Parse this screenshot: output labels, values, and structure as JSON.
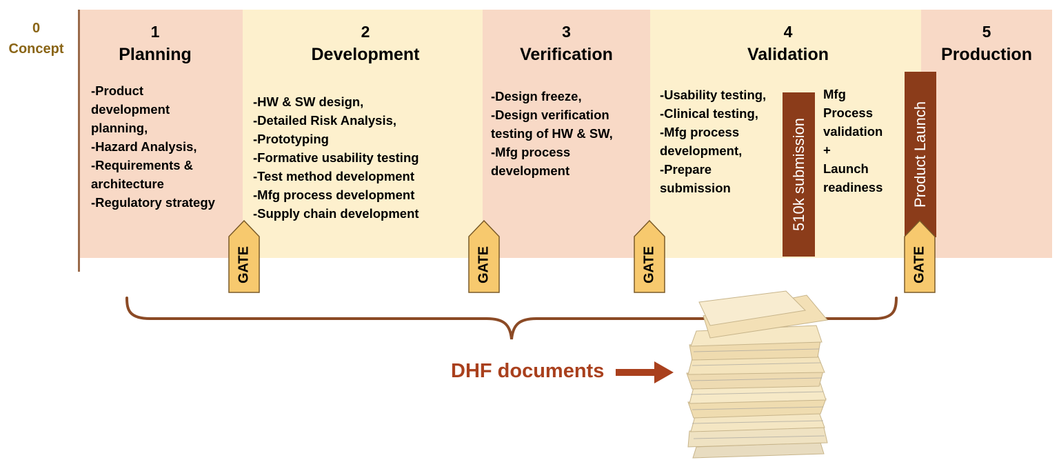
{
  "concept": {
    "number": "0",
    "label": "Concept"
  },
  "phases": [
    {
      "number": "1",
      "name": "Planning",
      "items": [
        "-Product",
        "development",
        "planning,",
        "-Hazard Analysis,",
        "-Requirements &",
        "architecture",
        "-Regulatory strategy"
      ]
    },
    {
      "number": "2",
      "name": "Development",
      "items": [
        "-HW & SW design,",
        "-Detailed Risk Analysis,",
        "-Prototyping",
        "-Formative usability testing",
        "-Test method development",
        "-Mfg process development",
        "-Supply chain development"
      ]
    },
    {
      "number": "3",
      "name": "Verification",
      "items": [
        "-Design freeze,",
        "-Design verification",
        "testing of HW & SW,",
        "-Mfg process",
        "development"
      ]
    },
    {
      "number": "4",
      "name": "Validation",
      "items": [
        "-Usability testing,",
        "-Clinical testing,",
        "-Mfg process",
        "development,",
        "-Prepare",
        "submission"
      ]
    },
    {
      "number": "5",
      "name": "Production"
    }
  ],
  "validation_side_items": [
    "Mfg",
    "Process",
    "validation",
    "+",
    "Launch",
    "readiness"
  ],
  "gates": [
    "GATE",
    "GATE",
    "GATE",
    "GATE"
  ],
  "submission_bar": "510k submission",
  "launch_bar": "Product Launch",
  "dhf_label": "DHF documents",
  "colors": {
    "pink_band": "#f8d9c6",
    "cream_band": "#fdf0cd",
    "brown": "#8b3c1a",
    "gate_fill": "#f7c96e",
    "concept_text": "#8a6516",
    "dhf_text": "#a9401d"
  }
}
